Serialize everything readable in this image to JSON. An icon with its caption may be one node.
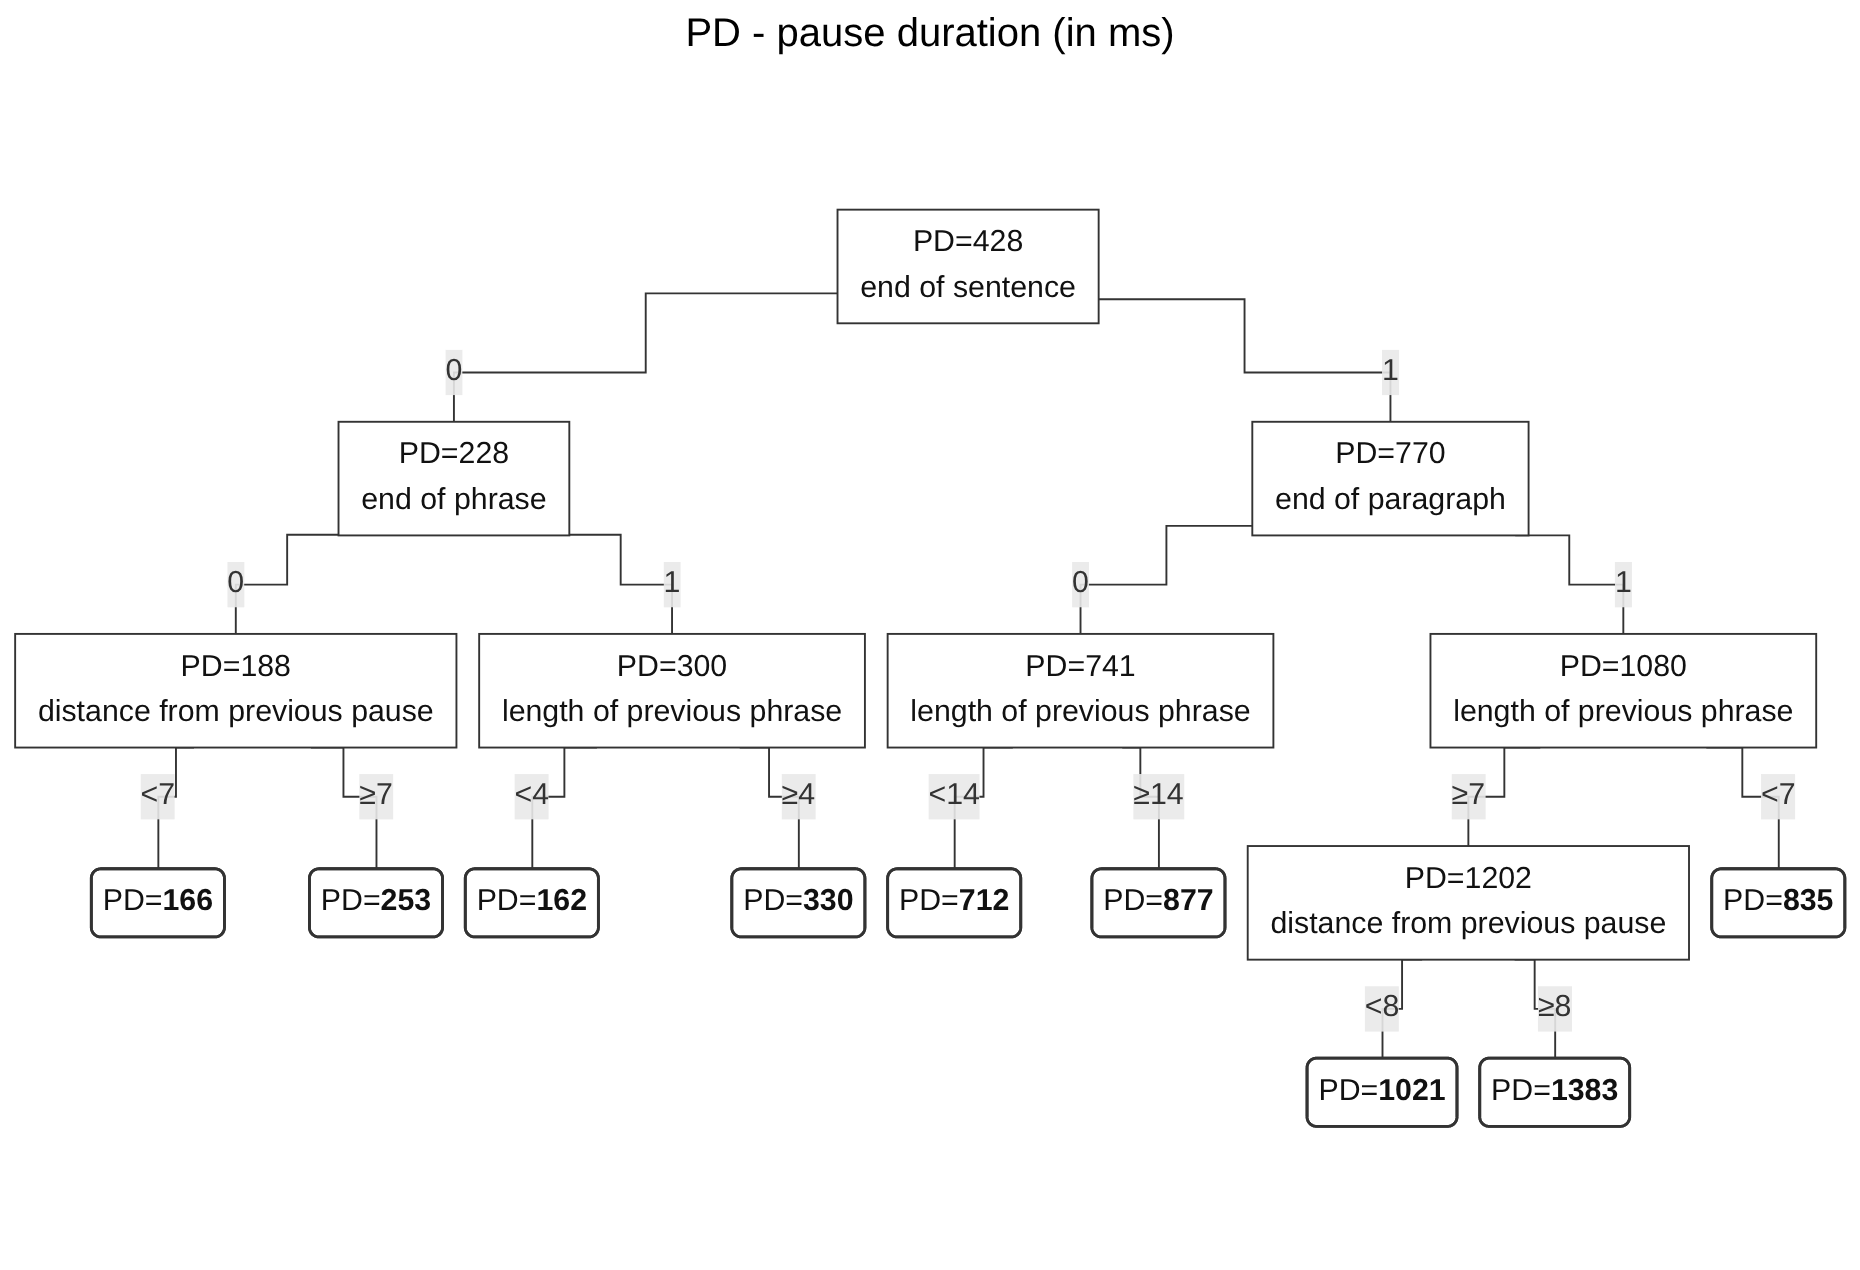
{
  "diagram": {
    "title": "PD - pause duration (in ms)",
    "nodes": [
      {
        "text": [
          "PD=428",
          "end of sentence"
        ]
      },
      {
        "text": [
          "PD=228",
          "end of phrase"
        ]
      },
      {
        "text": [
          "PD=770",
          "end of paragraph"
        ]
      },
      {
        "text": [
          "PD=188",
          "distance from previous pause"
        ]
      },
      {
        "text": [
          "PD=300",
          "length of previous phrase"
        ]
      },
      {
        "text": [
          "PD=741",
          "length of previous phrase"
        ]
      },
      {
        "text": [
          "PD=1080",
          "length of previous phrase"
        ]
      },
      {
        "text": [
          "PD=**166**"
        ]
      },
      {
        "text": [
          "PD=**253**"
        ]
      },
      {
        "text": [
          "PD=**162**"
        ]
      },
      {
        "text": [
          "PD=**330**"
        ]
      },
      {
        "text": [
          "PD=**712**"
        ]
      },
      {
        "text": [
          "PD=**877**"
        ]
      },
      {
        "text": [
          "PD=1202",
          "distance from previous pause"
        ]
      },
      {
        "text": [
          "PD=**835**"
        ]
      },
      {
        "text": [
          "PD=**1021**"
        ]
      },
      {
        "text": [
          "PD=**1383**"
        ]
      }
    ],
    "edges": [
      {
        "from": 0,
        "to": 1,
        "arrow": "none",
        "label": "0"
      },
      {
        "from": 0,
        "to": 2,
        "arrow": "none",
        "label": "1"
      },
      {
        "from": 1,
        "to": 3,
        "arrow": "none",
        "label": "0"
      },
      {
        "from": 1,
        "to": 4,
        "arrow": "none",
        "label": "1"
      },
      {
        "from": 2,
        "to": 5,
        "arrow": "none",
        "label": "0"
      },
      {
        "from": 2,
        "to": 6,
        "arrow": "none",
        "label": "1"
      },
      {
        "from": 3,
        "to": 7,
        "arrow": "none",
        "label": "<7"
      },
      {
        "from": 3,
        "to": 8,
        "arrow": "none",
        "label": "≥7"
      },
      {
        "from": 4,
        "to": 9,
        "arrow": "none",
        "label": "<4"
      },
      {
        "from": 4,
        "to": 10,
        "arrow": "none",
        "label": "≥4"
      },
      {
        "from": 5,
        "to": 11,
        "arrow": "none",
        "label": "<14"
      },
      {
        "from": 5,
        "to": 12,
        "arrow": "none",
        "label": "≥14"
      },
      {
        "from": 6,
        "to": 13,
        "arrow": "none",
        "label": "≥7"
      },
      {
        "from": 6,
        "to": 14,
        "arrow": "none",
        "label": "<7"
      },
      {
        "from": 13,
        "to": 15,
        "arrow": "none",
        "label": "<8"
      },
      {
        "from": 13,
        "to": 16,
        "arrow": "none",
        "label": "≥8"
      }
    ]
  }
}
